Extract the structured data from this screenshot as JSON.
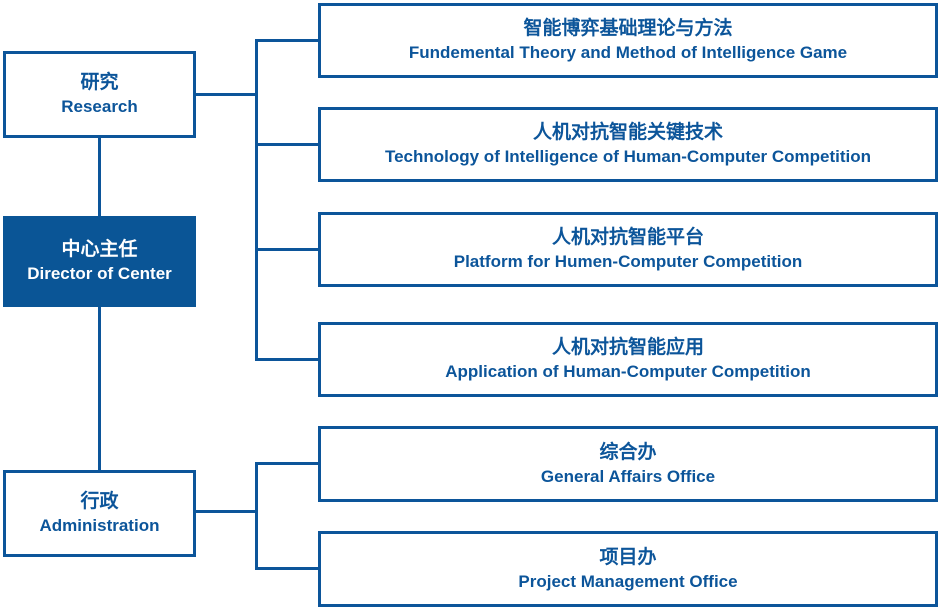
{
  "palette": {
    "line": "#0c559a",
    "fill": "#0a5596",
    "text": "#0c559a",
    "text_on_fill": "#ffffff",
    "background": "#ffffff"
  },
  "org": {
    "root": {
      "zh": "中心主任",
      "en": "Director of Center"
    },
    "branches": [
      {
        "zh": "研究",
        "en": "Research",
        "children": [
          {
            "zh": "智能博弈基础理论与方法",
            "en": "Fundemental Theory and Method of Intelligence Game"
          },
          {
            "zh": "人机对抗智能关键技术",
            "en": "Technology of Intelligence of Human-Computer Competition"
          },
          {
            "zh": "人机对抗智能平台",
            "en": "Platform for Humen-Computer Competition"
          },
          {
            "zh": "人机对抗智能应用",
            "en": "Application of Human-Computer Competition"
          }
        ]
      },
      {
        "zh": "行政",
        "en": "Administration",
        "children": [
          {
            "zh": "综合办",
            "en": "General Affairs Office"
          },
          {
            "zh": "项目办",
            "en": "Project Management Office"
          }
        ]
      }
    ]
  }
}
